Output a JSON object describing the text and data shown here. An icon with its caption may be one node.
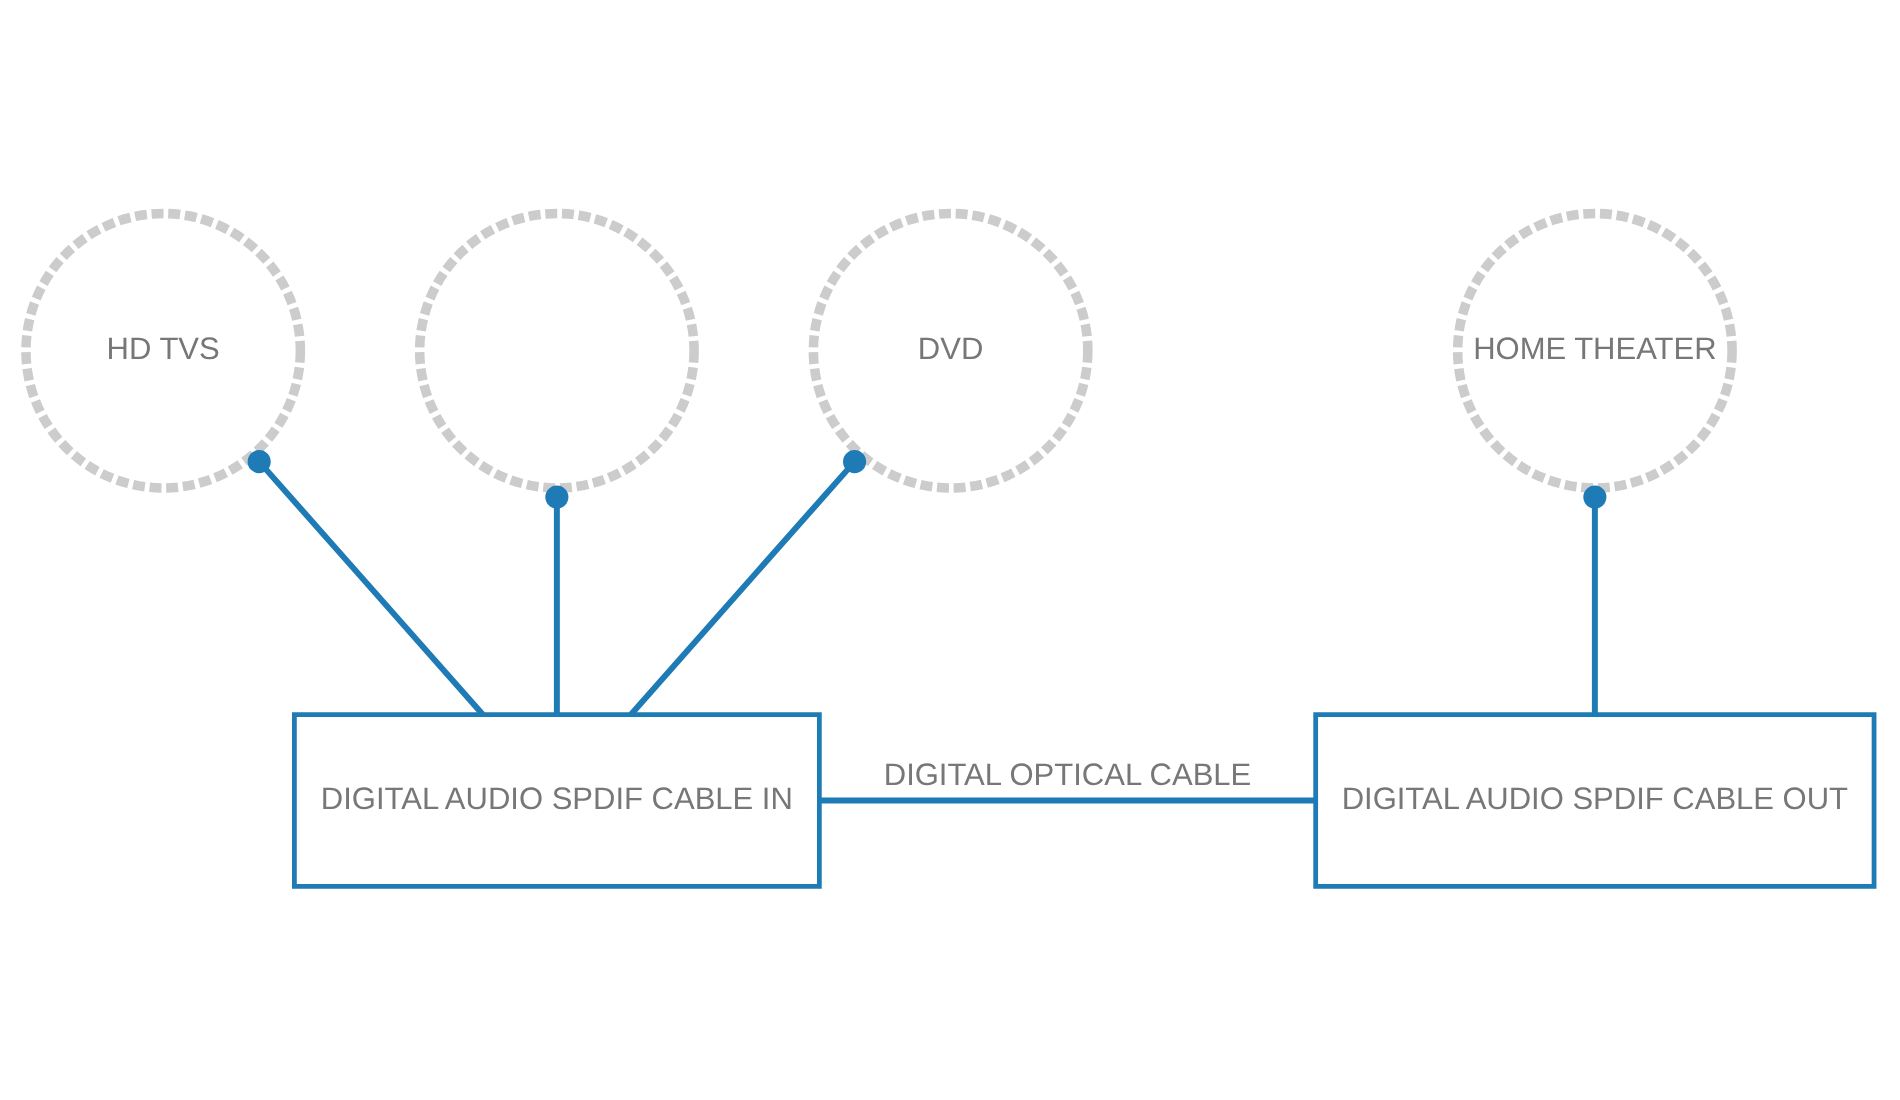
{
  "diagram": {
    "nodes": [
      {
        "text": [
          "HD TVS"
        ]
      },
      {
        "text": [],
        "shape": "circle"
      },
      {
        "text": [
          "DVD"
        ]
      },
      {
        "text": [
          "HOME THEATER"
        ]
      },
      {
        "text": [
          "DIGITAL AUDIO SPDIF CABLE IN"
        ]
      },
      {
        "text": [
          "DIGITAL AUDIO SPDIF CABLE OUT"
        ]
      }
    ],
    "edges": [
      {
        "from": 0,
        "to": 4,
        "arrow": "other"
      },
      {
        "from": 1,
        "to": 4,
        "arrow": "other"
      },
      {
        "from": 2,
        "to": 4,
        "arrow": "other"
      },
      {
        "from": 4,
        "to": 5,
        "arrow": "none",
        "label": "DIGITAL OPTICAL CABLE"
      },
      {
        "from": 3,
        "to": 5,
        "arrow": "other"
      }
    ]
  }
}
